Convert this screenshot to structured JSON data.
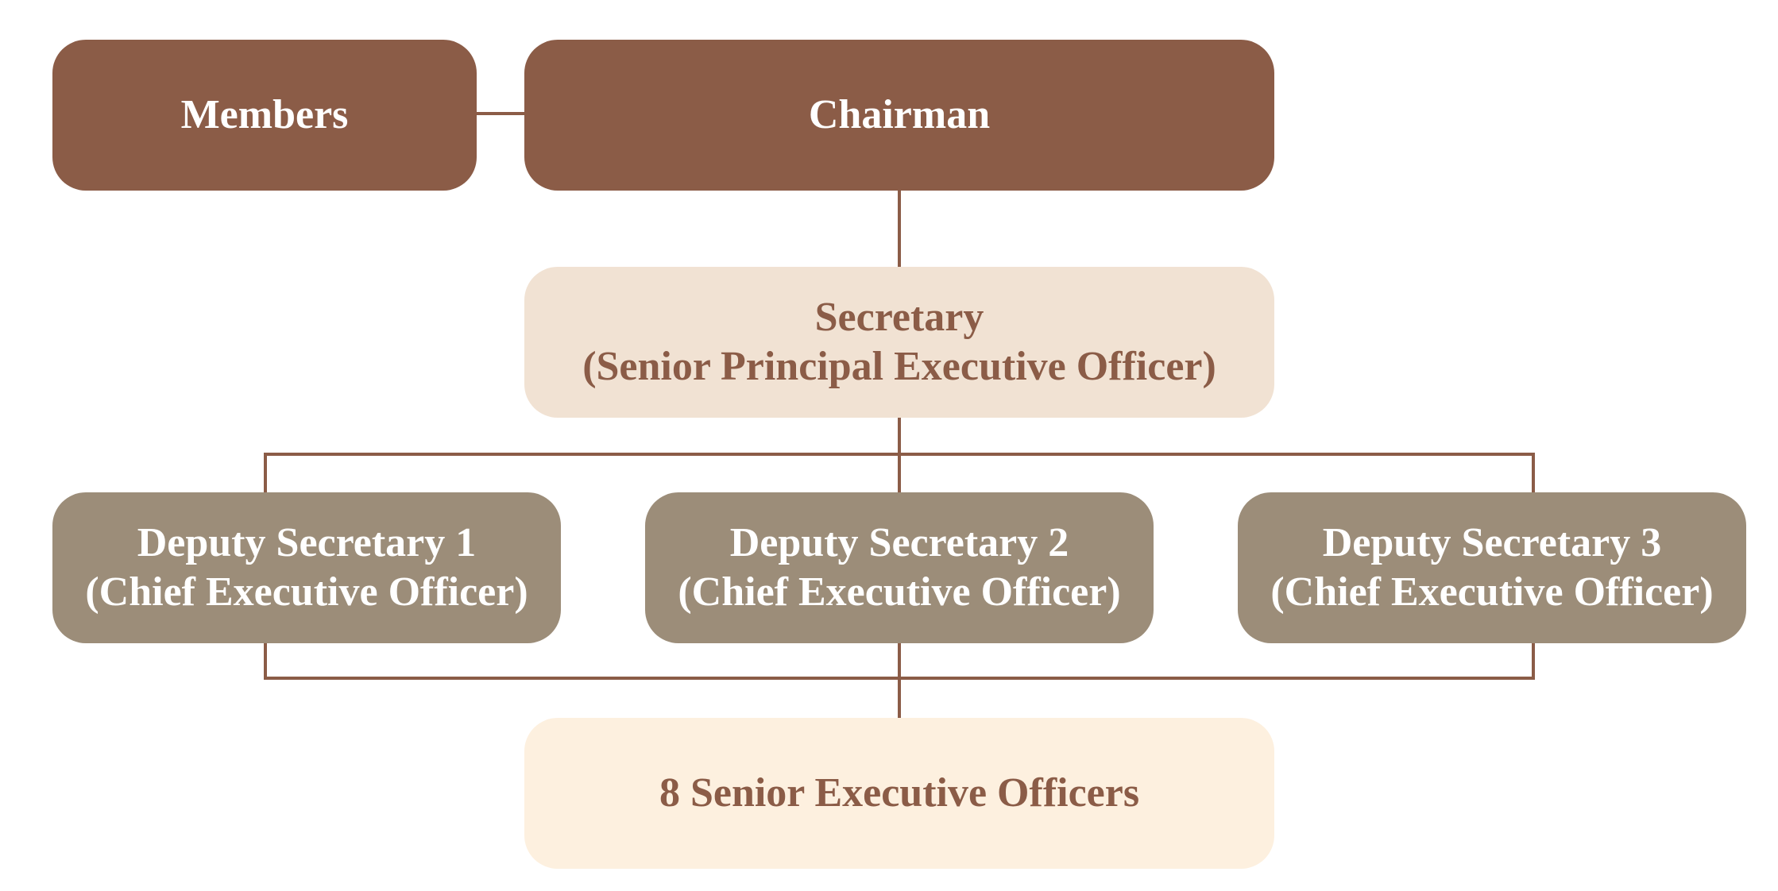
{
  "diagram": {
    "members": {
      "label": "Members"
    },
    "chairman": {
      "label": "Chairman"
    },
    "secretary": {
      "line1": "Secretary",
      "line2": "(Senior Principal Executive Officer)"
    },
    "deputies": [
      {
        "line1": "Deputy Secretary 1",
        "line2": "(Chief Executive Officer)"
      },
      {
        "line1": "Deputy Secretary 2",
        "line2": "(Chief Executive Officer)"
      },
      {
        "line1": "Deputy Secretary 3",
        "line2": "(Chief Executive Officer)"
      }
    ],
    "senior_officers": {
      "label": "8 Senior Executive Officers"
    },
    "colors": {
      "brown": "#8b5c47",
      "peach": "#f1e2d3",
      "gray": "#9c8d79",
      "cream": "#fdf0df",
      "white": "#ffffff"
    }
  }
}
